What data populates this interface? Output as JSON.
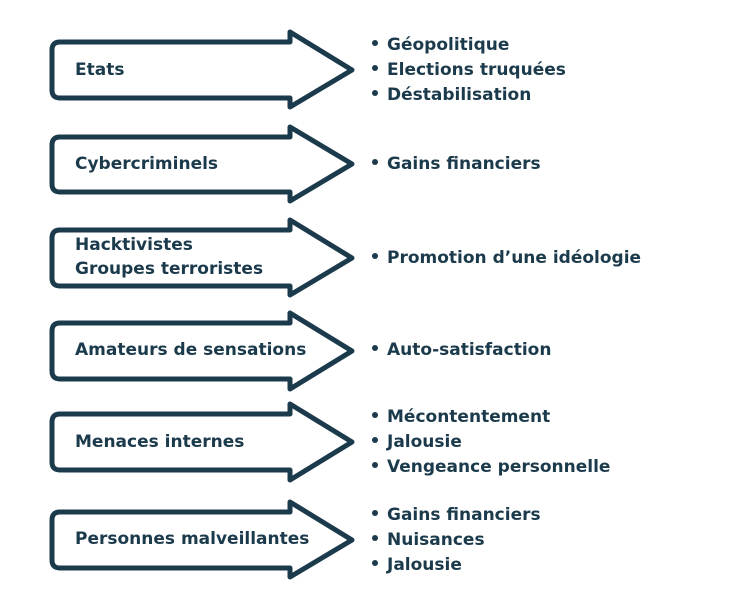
{
  "colors": {
    "stroke": "#1b3a4b",
    "text": "#1b3a4b",
    "fill": "#ffffff"
  },
  "rows": [
    {
      "label_lines": [
        "Etats"
      ],
      "motives": [
        "Géopolitique",
        "Elections truquées",
        "Déstabilisation"
      ]
    },
    {
      "label_lines": [
        "Cybercriminels"
      ],
      "motives": [
        "Gains financiers"
      ]
    },
    {
      "label_lines": [
        "Hacktivistes",
        "Groupes terroristes"
      ],
      "motives": [
        "Promotion d’une idéologie"
      ]
    },
    {
      "label_lines": [
        "Amateurs de sensations"
      ],
      "motives": [
        "Auto-satisfaction"
      ]
    },
    {
      "label_lines": [
        "Menaces internes"
      ],
      "motives": [
        "Mécontentement",
        "Jalousie",
        "Vengeance personnelle"
      ]
    },
    {
      "label_lines": [
        "Personnes malveillantes"
      ],
      "motives": [
        "Gains financiers",
        "Nuisances",
        "Jalousie"
      ]
    }
  ]
}
